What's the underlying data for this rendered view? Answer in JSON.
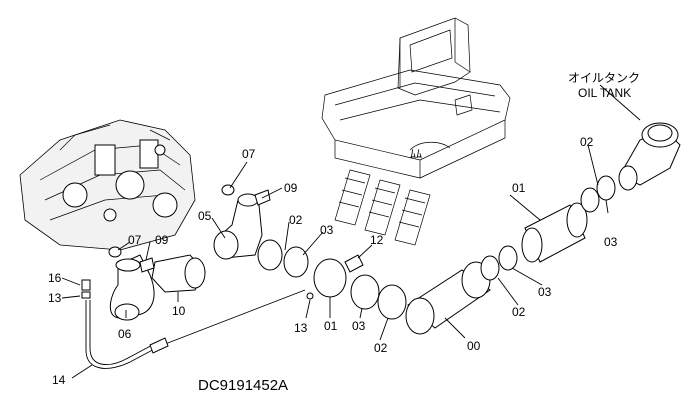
{
  "tank_label_ja": "オイルタンク",
  "tank_label_en": "OIL TANK",
  "drawing_number": "DC9191452A",
  "callouts": {
    "c00": "00",
    "c01_top": "01",
    "c01_mid": "01",
    "c02_top": "02",
    "c02_a": "02",
    "c02_b": "02",
    "c02_c": "02",
    "c03_top": "03",
    "c03_a": "03",
    "c03_b": "03",
    "c03_c": "03",
    "c05": "05",
    "c06": "06",
    "c07_top": "07",
    "c07_left": "07",
    "c09_top": "09",
    "c09_left": "09",
    "c10": "10",
    "c12": "12",
    "c13_left": "13",
    "c13_mid": "13",
    "c14": "14",
    "c16": "16"
  }
}
